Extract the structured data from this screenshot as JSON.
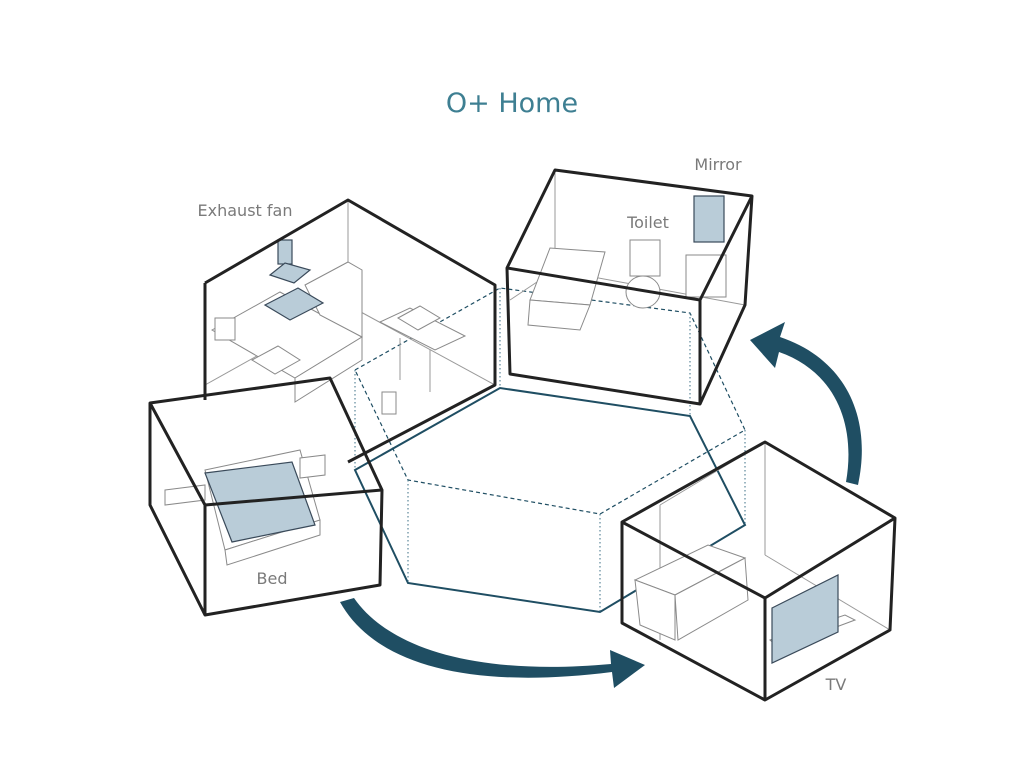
{
  "title": "O+ Home",
  "labels": {
    "exhaust_fan": "Exhaust fan",
    "toilet": "Toilet",
    "mirror": "Mirror",
    "bed": "Bed",
    "tv": "TV"
  },
  "colors": {
    "title": "#3e7f92",
    "highlight": "#b9ccd8",
    "arrow": "#1f4e63",
    "frame": "#222222"
  }
}
